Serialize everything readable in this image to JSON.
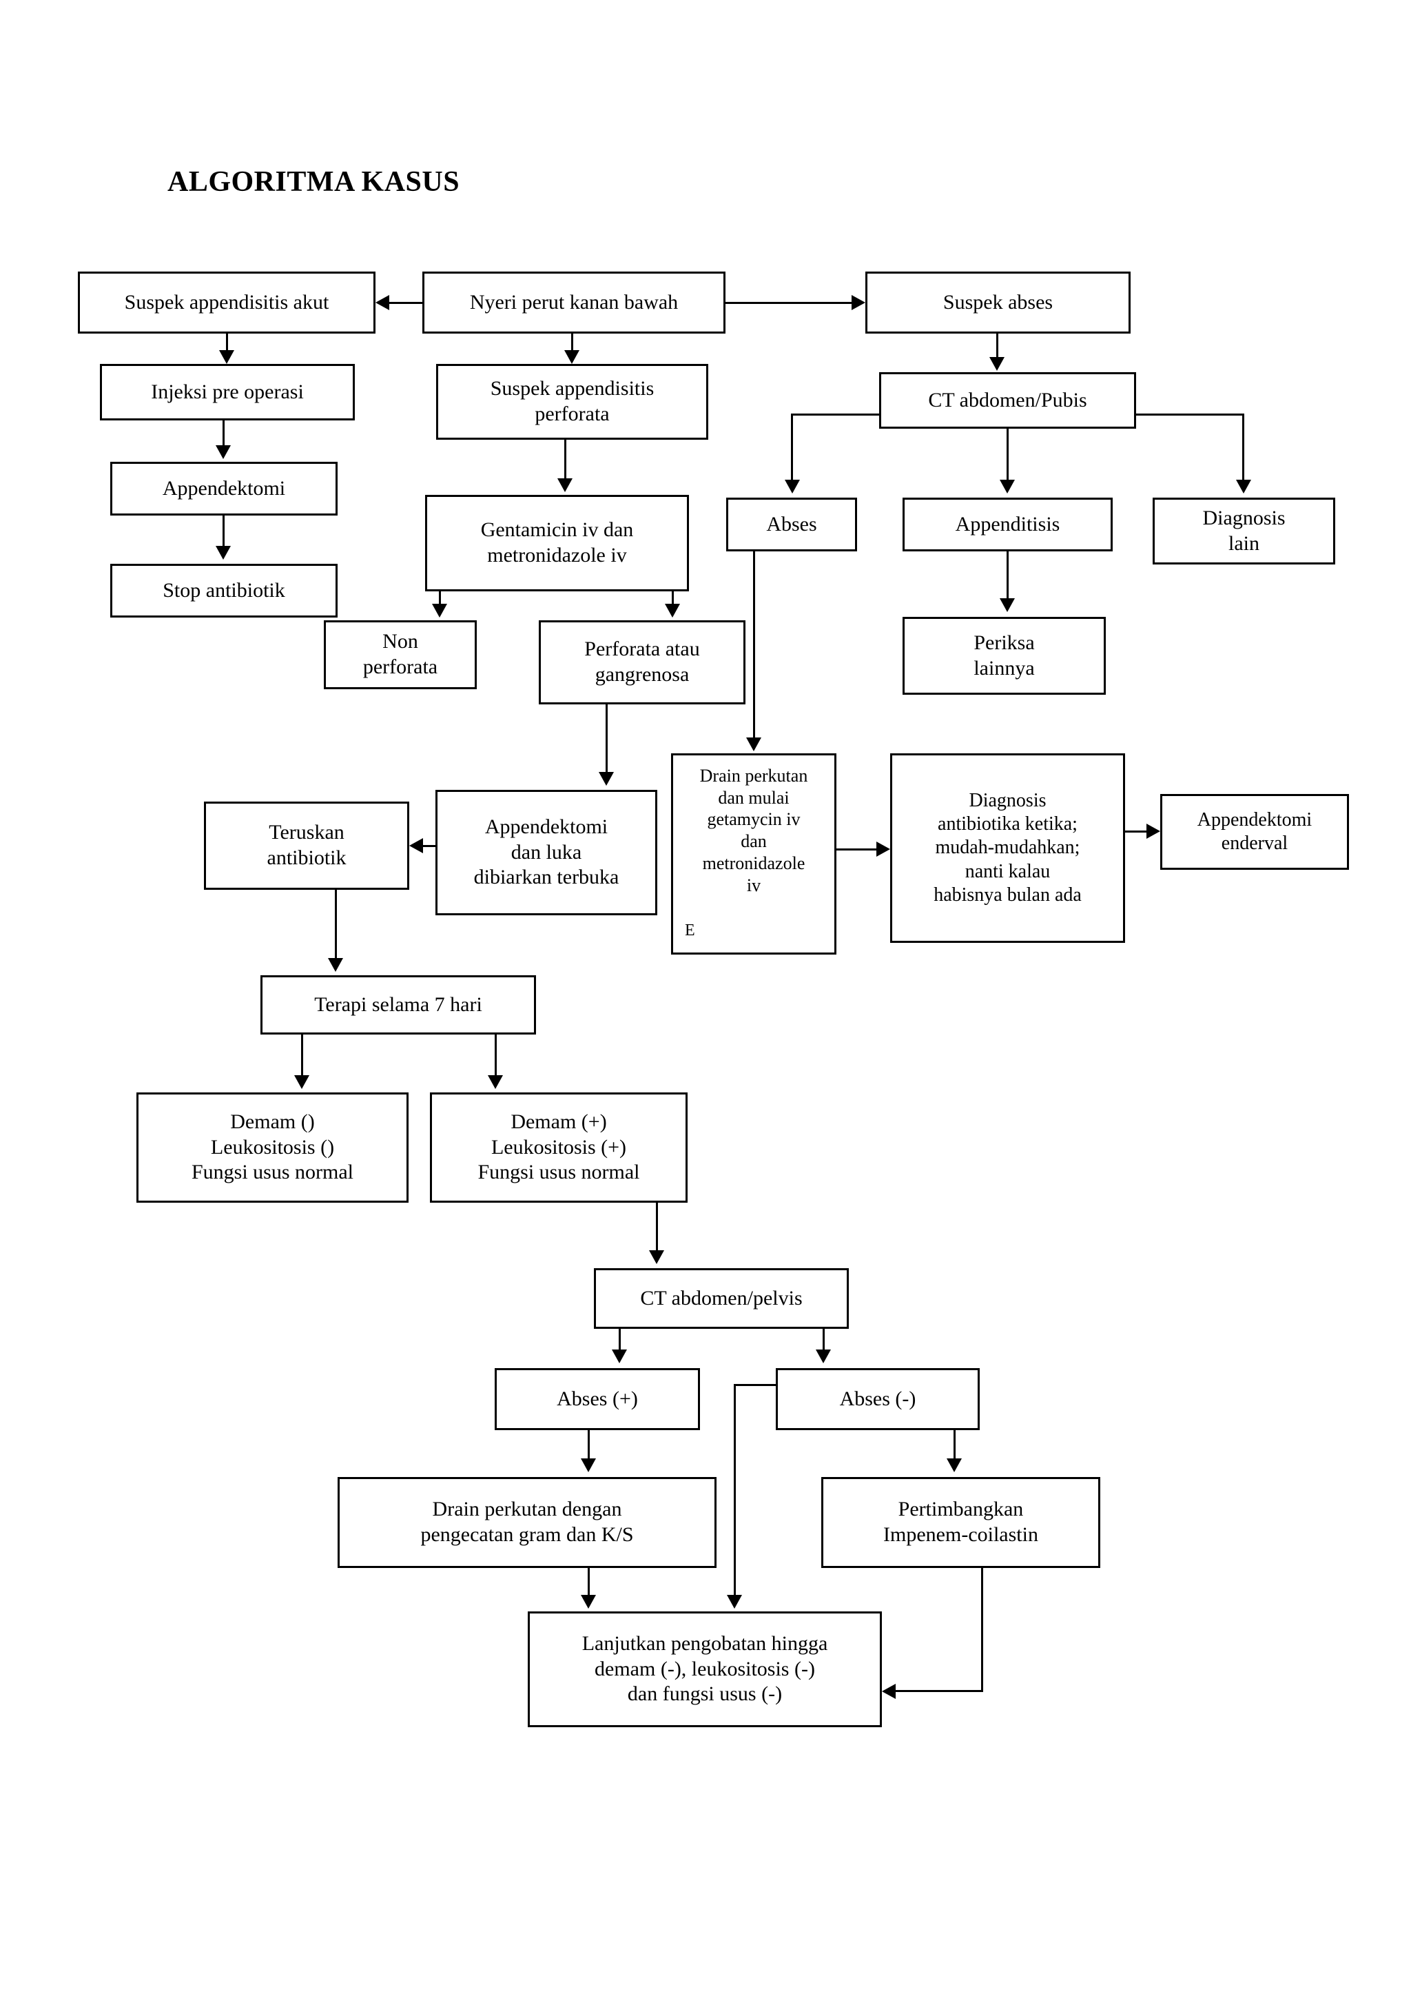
{
  "document": {
    "title": "ALGORITMA KASUS"
  },
  "nodes": {
    "suspek_appendisitis_akut": "Suspek appendisitis akut",
    "nyeri_perut": "Nyeri perut kanan bawah",
    "suspek_abses": "Suspek abses",
    "injeksi_pre_operasi": "Injeksi pre operasi",
    "suspek_appendisitis_perforata_l1": "Suspek appendisitis",
    "suspek_appendisitis_perforata_l2": "perforata",
    "ct_abdomen_pubis": "CT abdomen/Pubis",
    "appendektomi": "Appendektomi",
    "gentamicin_l1": "Gentamicin iv dan",
    "gentamicin_l2": "metronidazole iv",
    "abses": "Abses",
    "appenditisis": "Appenditisis",
    "diagnosis_lain_l1": "Diagnosis",
    "diagnosis_lain_l2": "lain",
    "stop_antibiotik": "Stop antibiotik",
    "non_perforata_l1": "Non",
    "non_perforata_l2": "perforata",
    "perforata_gangrenosa_l1": "Perforata atau",
    "perforata_gangrenosa_l2": "gangrenosa",
    "periksa_lainnya_l1": "Periksa",
    "periksa_lainnya_l2": "lainnya",
    "drain_perkutan_mulai_l1": "Drain perkutan",
    "drain_perkutan_mulai_l2": "dan mulai",
    "drain_perkutan_mulai_l3": "getamycin iv",
    "drain_perkutan_mulai_l4": "dan",
    "drain_perkutan_mulai_l5": "metronidazole",
    "drain_perkutan_mulai_l6": "iv",
    "drain_perkutan_note": "E",
    "diagnosis_antibiotika_l1": "Diagnosis",
    "diagnosis_antibiotika_l2": "antibiotika ketika;",
    "diagnosis_antibiotika_l3": "mudah-mudahkan;",
    "diagnosis_antibiotika_l4": "nanti kalau",
    "diagnosis_antibiotika_l5": "habisnya bulan ada",
    "appendektomi_enderval_l1": "Appendektomi",
    "appendektomi_enderval_l2": "enderval",
    "teruskan_antibiotik_l1": "Teruskan",
    "teruskan_antibiotik_l2": "antibiotik",
    "appendektomi_luka_l1": "Appendektomi",
    "appendektomi_luka_l2": "dan luka",
    "appendektomi_luka_l3": "dibiarkan terbuka",
    "terapi_7_hari": "Terapi selama 7 hari",
    "demam_neg_l1": "Demam ()",
    "demam_neg_l2": "Leukositosis ()",
    "demam_neg_l3": "Fungsi usus normal",
    "demam_pos_l1": "Demam (+)",
    "demam_pos_l2": "Leukositosis (+)",
    "demam_pos_l3": "Fungsi usus normal",
    "ct_abdomen_pelvis": "CT abdomen/pelvis",
    "abses_pos": "Abses (+)",
    "abses_neg": "Abses (-)",
    "drain_gram_l1": "Drain perkutan dengan",
    "drain_gram_l2": "pengecatan gram dan K/S",
    "pertimbangkan_l1": "Pertimbangkan",
    "pertimbangkan_l2": "Impenem-coilastin",
    "lanjutkan_l1": "Lanjutkan pengobatan hingga",
    "lanjutkan_l2": "demam (-), leukositosis (-)",
    "lanjutkan_l3": "dan fungsi usus (-)"
  },
  "colors": {
    "stroke": "#000000",
    "fill": "#ffffff",
    "text": "#000000"
  }
}
